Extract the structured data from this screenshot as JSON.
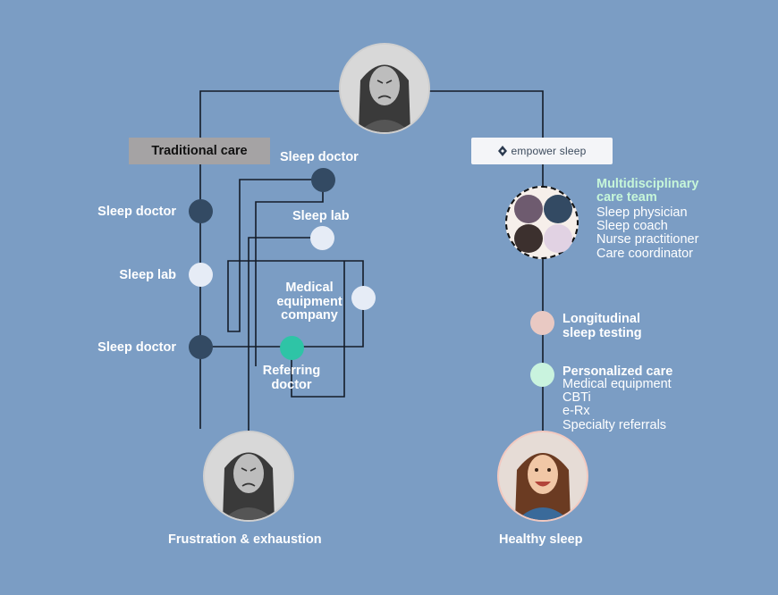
{
  "colors": {
    "background": "#7b9dc4",
    "dark_node": "#334a63",
    "light_node": "#e6ecf6",
    "teal_node": "#2ec4a6",
    "pink_node": "#e9c9c3",
    "mint_node": "#c9f3de",
    "title_mint": "#c6f6d9",
    "traditional_badge": "#a5a3a4"
  },
  "traditional": {
    "badge": "Traditional care",
    "left_nodes": [
      "Sleep doctor",
      "Sleep lab",
      "Sleep doctor"
    ],
    "loop_nodes": [
      "Sleep doctor",
      "Sleep lab",
      "Medical equipment company",
      "Referring doctor"
    ],
    "outcome": "Frustration & exhaustion"
  },
  "empower": {
    "badge": "empower sleep",
    "team": {
      "title": "Multidisciplinary care team",
      "members": [
        "Sleep physician",
        "Sleep coach",
        "Nurse practitioner",
        "Care coordinator"
      ]
    },
    "testing": "Longitudinal sleep testing",
    "care": {
      "title": "Personalized care",
      "items": [
        "Medical equipment",
        "CBTi",
        "e-Rx",
        "Specialty referrals"
      ]
    },
    "outcome": "Healthy sleep"
  },
  "icons": [
    "sad-face-icon",
    "happy-face-icon",
    "empower-logo-icon"
  ]
}
